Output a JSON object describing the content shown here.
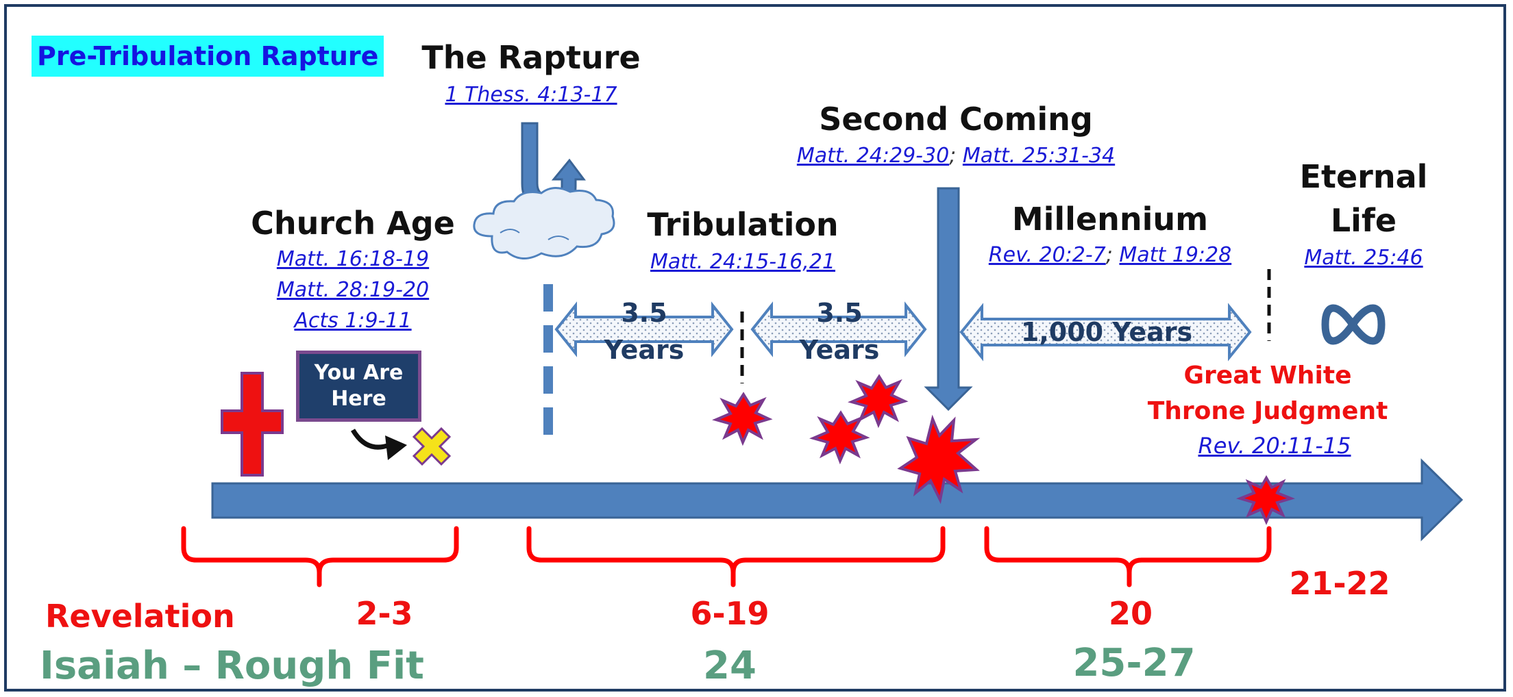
{
  "badge": "Pre-Tribulation Rapture",
  "rapture": {
    "title": "The Rapture",
    "refs": [
      "1 Thess. 4:13-17"
    ]
  },
  "second_coming": {
    "title": "Second Coming",
    "refs": [
      "Matt. 24:29-30",
      "Matt. 25:31-34"
    ],
    "separator": ";"
  },
  "church_age": {
    "title": "Church Age",
    "refs": [
      "Matt. 16:18-19",
      "Matt. 28:19-20",
      "Acts 1:9-11"
    ]
  },
  "tribulation": {
    "title": "Tribulation",
    "refs": [
      "Matt. 24:15-16,21"
    ]
  },
  "millennium": {
    "title": "Millennium",
    "refs": [
      "Rev. 20:2-7",
      "Matt 19:28"
    ],
    "separator": ";"
  },
  "eternal_life": {
    "title_line1": "Eternal",
    "title_line2": "Life",
    "refs": [
      "Matt. 25:46"
    ],
    "symbol": "∞"
  },
  "you_are_here": {
    "line1": "You Are",
    "line2": "Here"
  },
  "periods": {
    "first_half": {
      "line1": "3.5",
      "line2": "Years"
    },
    "second_half": {
      "line1": "3.5",
      "line2": "Years"
    },
    "millennium": "1,000 Years"
  },
  "great_white_throne": {
    "line1": "Great White",
    "line2": "Throne Judgment",
    "ref": "Rev. 20:11-15"
  },
  "revelation": {
    "label": "Revelation",
    "chapters": [
      "2-3",
      "6-19",
      "20",
      "21-22"
    ]
  },
  "isaiah": {
    "label": "Isaiah – Rough Fit",
    "chapters": [
      "24",
      "25-27"
    ]
  },
  "colors": {
    "timeline_blue": "#4f81bd",
    "timeline_border": "#3a6496",
    "bracket_red": "#ff0000",
    "explosion_red": "#ff0000",
    "explosion_border": "#7a3a8e",
    "cross_red": "#ee1111",
    "badge_bg": "#22ffff",
    "isaiah_green": "#5a9e80"
  },
  "icons": [
    "cross-icon",
    "curved-arrow-icon",
    "cloud-icon",
    "x-mark-icon",
    "explosion-icon",
    "infinity-icon",
    "down-arrow-icon"
  ]
}
